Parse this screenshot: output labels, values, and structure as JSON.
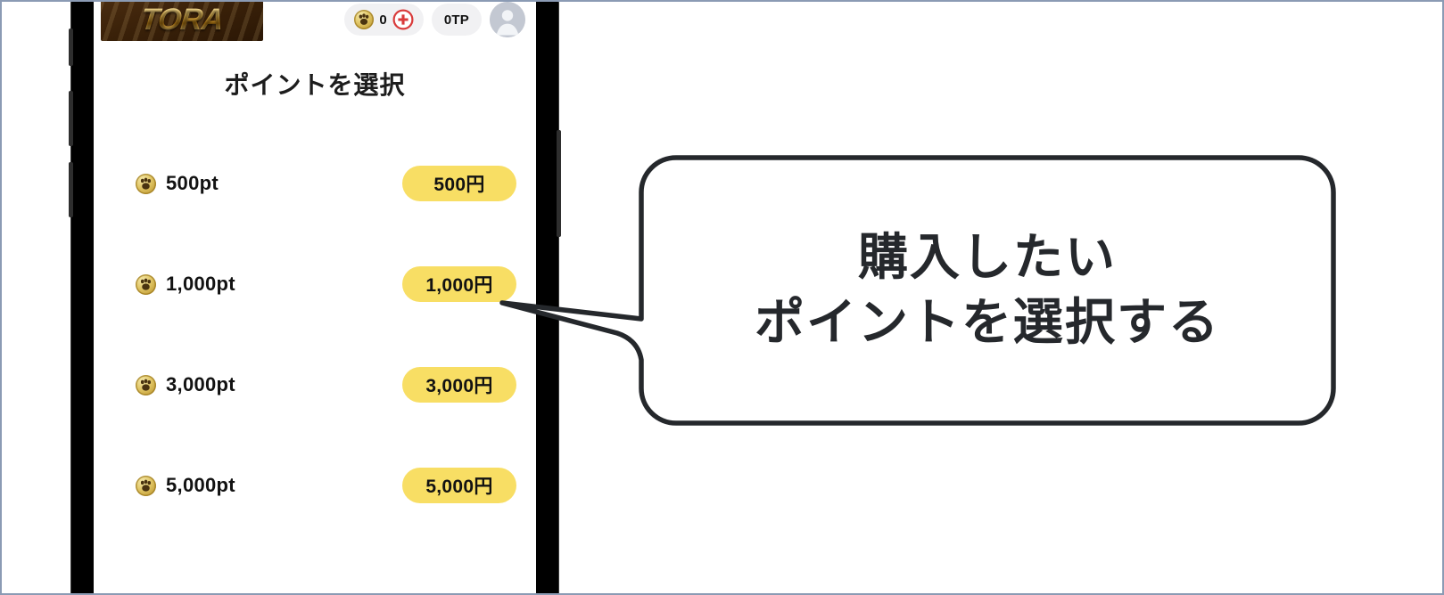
{
  "app": {
    "brand_logo_text": "TORA",
    "page_title": "ポイントを選択"
  },
  "header": {
    "points_pill": {
      "icon": "paw-coin-icon",
      "value": "0",
      "add_icon": "red-plus-circle-icon"
    },
    "tp_pill": {
      "value": "0TP"
    },
    "avatar": {
      "icon": "user-avatar-icon"
    }
  },
  "point_options": [
    {
      "icon": "paw-coin-icon",
      "points_label": "500pt",
      "price_label": "500円"
    },
    {
      "icon": "paw-coin-icon",
      "points_label": "1,000pt",
      "price_label": "1,000円"
    },
    {
      "icon": "paw-coin-icon",
      "points_label": "3,000pt",
      "price_label": "3,000円"
    },
    {
      "icon": "paw-coin-icon",
      "points_label": "5,000pt",
      "price_label": "5,000円"
    }
  ],
  "callout": {
    "line1": "購入したい",
    "line2": "ポイントを選択する"
  },
  "colors": {
    "accent_yellow": "#f8de64",
    "coin_gold": "#e0c565",
    "plus_red": "#d93a3a",
    "text_dark": "#121212",
    "callout_stroke": "#25282c",
    "pill_bg": "#f1f1f3",
    "page_border": "#8b9bb4",
    "phone_frame": "#000000"
  }
}
